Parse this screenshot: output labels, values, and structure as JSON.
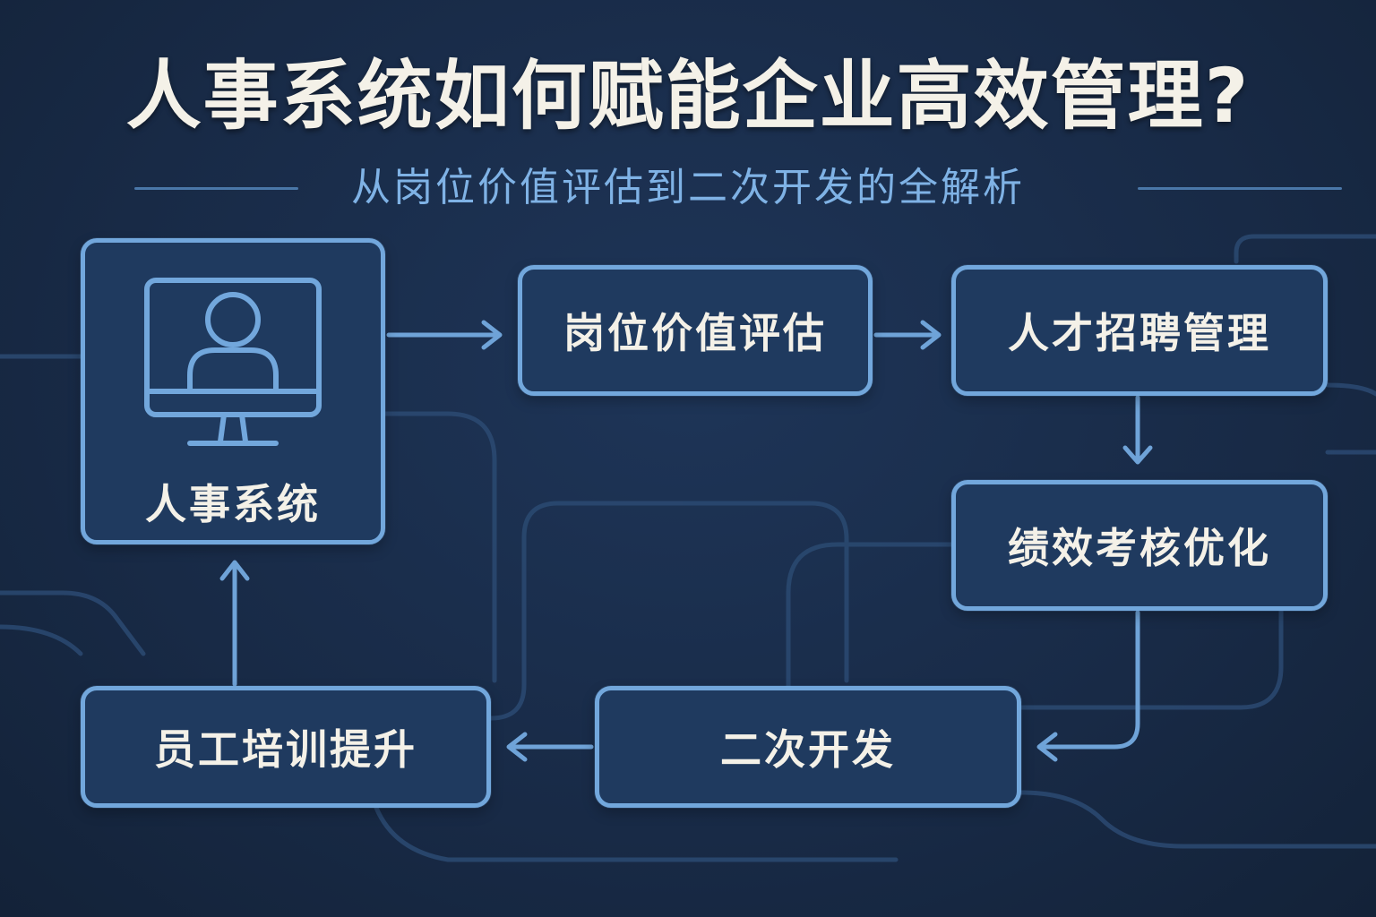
{
  "title": "人事系统如何赋能企业高效管理?",
  "subtitle": "从岗位价值评估到二次开发的全解析",
  "nodes": {
    "hr_system": {
      "label": "人事系统",
      "icon": "monitor-user-icon"
    },
    "job_evaluation": {
      "label": "岗位价值评估"
    },
    "recruitment": {
      "label": "人才招聘管理"
    },
    "performance": {
      "label": "绩效考核优化"
    },
    "secondary_dev": {
      "label": "二次开发"
    },
    "training": {
      "label": "员工培训提升"
    }
  },
  "flow": [
    [
      "hr_system",
      "job_evaluation"
    ],
    [
      "job_evaluation",
      "recruitment"
    ],
    [
      "recruitment",
      "performance"
    ],
    [
      "performance",
      "secondary_dev"
    ],
    [
      "secondary_dev",
      "training"
    ],
    [
      "training",
      "hr_system"
    ]
  ],
  "colors": {
    "background": "#1a2d4a",
    "node_border": "#72a7dc",
    "node_fill": "#1f3a5f",
    "title_text": "#f4f1e8",
    "subtitle_text": "#7fb2e5",
    "arrow": "#6fa3d8",
    "background_lines": "#2b4a72"
  }
}
